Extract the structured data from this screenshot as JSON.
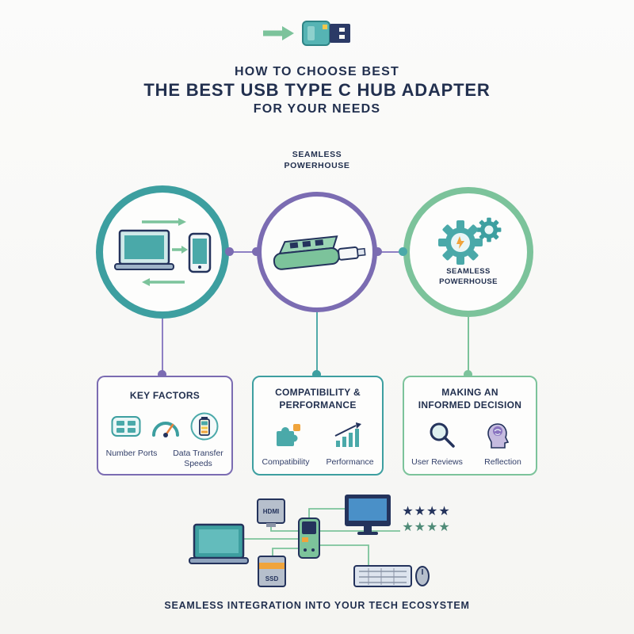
{
  "page": {
    "background": "#f8f8f5",
    "footer_caption": "SEAMLESS INTEGRATION INTO YOUR TECH ECOSYSTEM"
  },
  "colors": {
    "teal": "#3d9fa0",
    "purple": "#7b6cb2",
    "green": "#7cc39b",
    "navy": "#22304f",
    "orange": "#f0a43c"
  },
  "header": {
    "graphic_icon": "usb-c-adapter-icon",
    "title_line1": "HOW TO CHOOSE BEST",
    "title_line2": "THE BEST USB TYPE C HUB ADAPTER",
    "title_line3": "FOR YOUR NEEDS",
    "tagline_line1": "SEAMLESS",
    "tagline_line2": "POWERHOUSE"
  },
  "flow": {
    "circle1_icon": "laptop-phone-sync-icon",
    "circle2_icon": "usb-hub-icon",
    "circle3_icon": "gears-lightning-icon",
    "circle3_label_line1": "SEAMLESS",
    "circle3_label_line2": "POWERHOUSE"
  },
  "cards": [
    {
      "title_lines": [
        "KEY FACTORS"
      ],
      "icons": [
        "usb-ports-icon",
        "speed-gauge-icon",
        "battery-icon"
      ],
      "labels": [
        [
          "Number Ports"
        ],
        [
          "Data Transfer",
          "Speeds"
        ]
      ]
    },
    {
      "title_lines": [
        "COMPATIBILITY &",
        "PERFORMANCE"
      ],
      "icons": [
        "puzzle-piece-icon",
        "bar-chart-growth-icon"
      ],
      "labels": [
        [
          "Compatibility"
        ],
        [
          "Performance"
        ]
      ]
    },
    {
      "title_lines": [
        "MAKING AN",
        "INFORMED DECISION"
      ],
      "icons": [
        "magnifier-icon",
        "head-reflection-icon"
      ],
      "labels": [
        [
          "User Reviews"
        ],
        [
          "Reflection"
        ]
      ]
    }
  ],
  "ecosystem": {
    "hdmi_label": "HDMI",
    "ssd_label": "SSD",
    "stars_row1": "★★★★",
    "stars_row2": "★★★★",
    "device_icons": [
      "laptop-icon",
      "hdmi-box-icon",
      "usb-hub-device-icon",
      "monitor-icon",
      "rating-stars-icon",
      "keyboard-icon",
      "mouse-icon",
      "ssd-drive-icon"
    ]
  }
}
